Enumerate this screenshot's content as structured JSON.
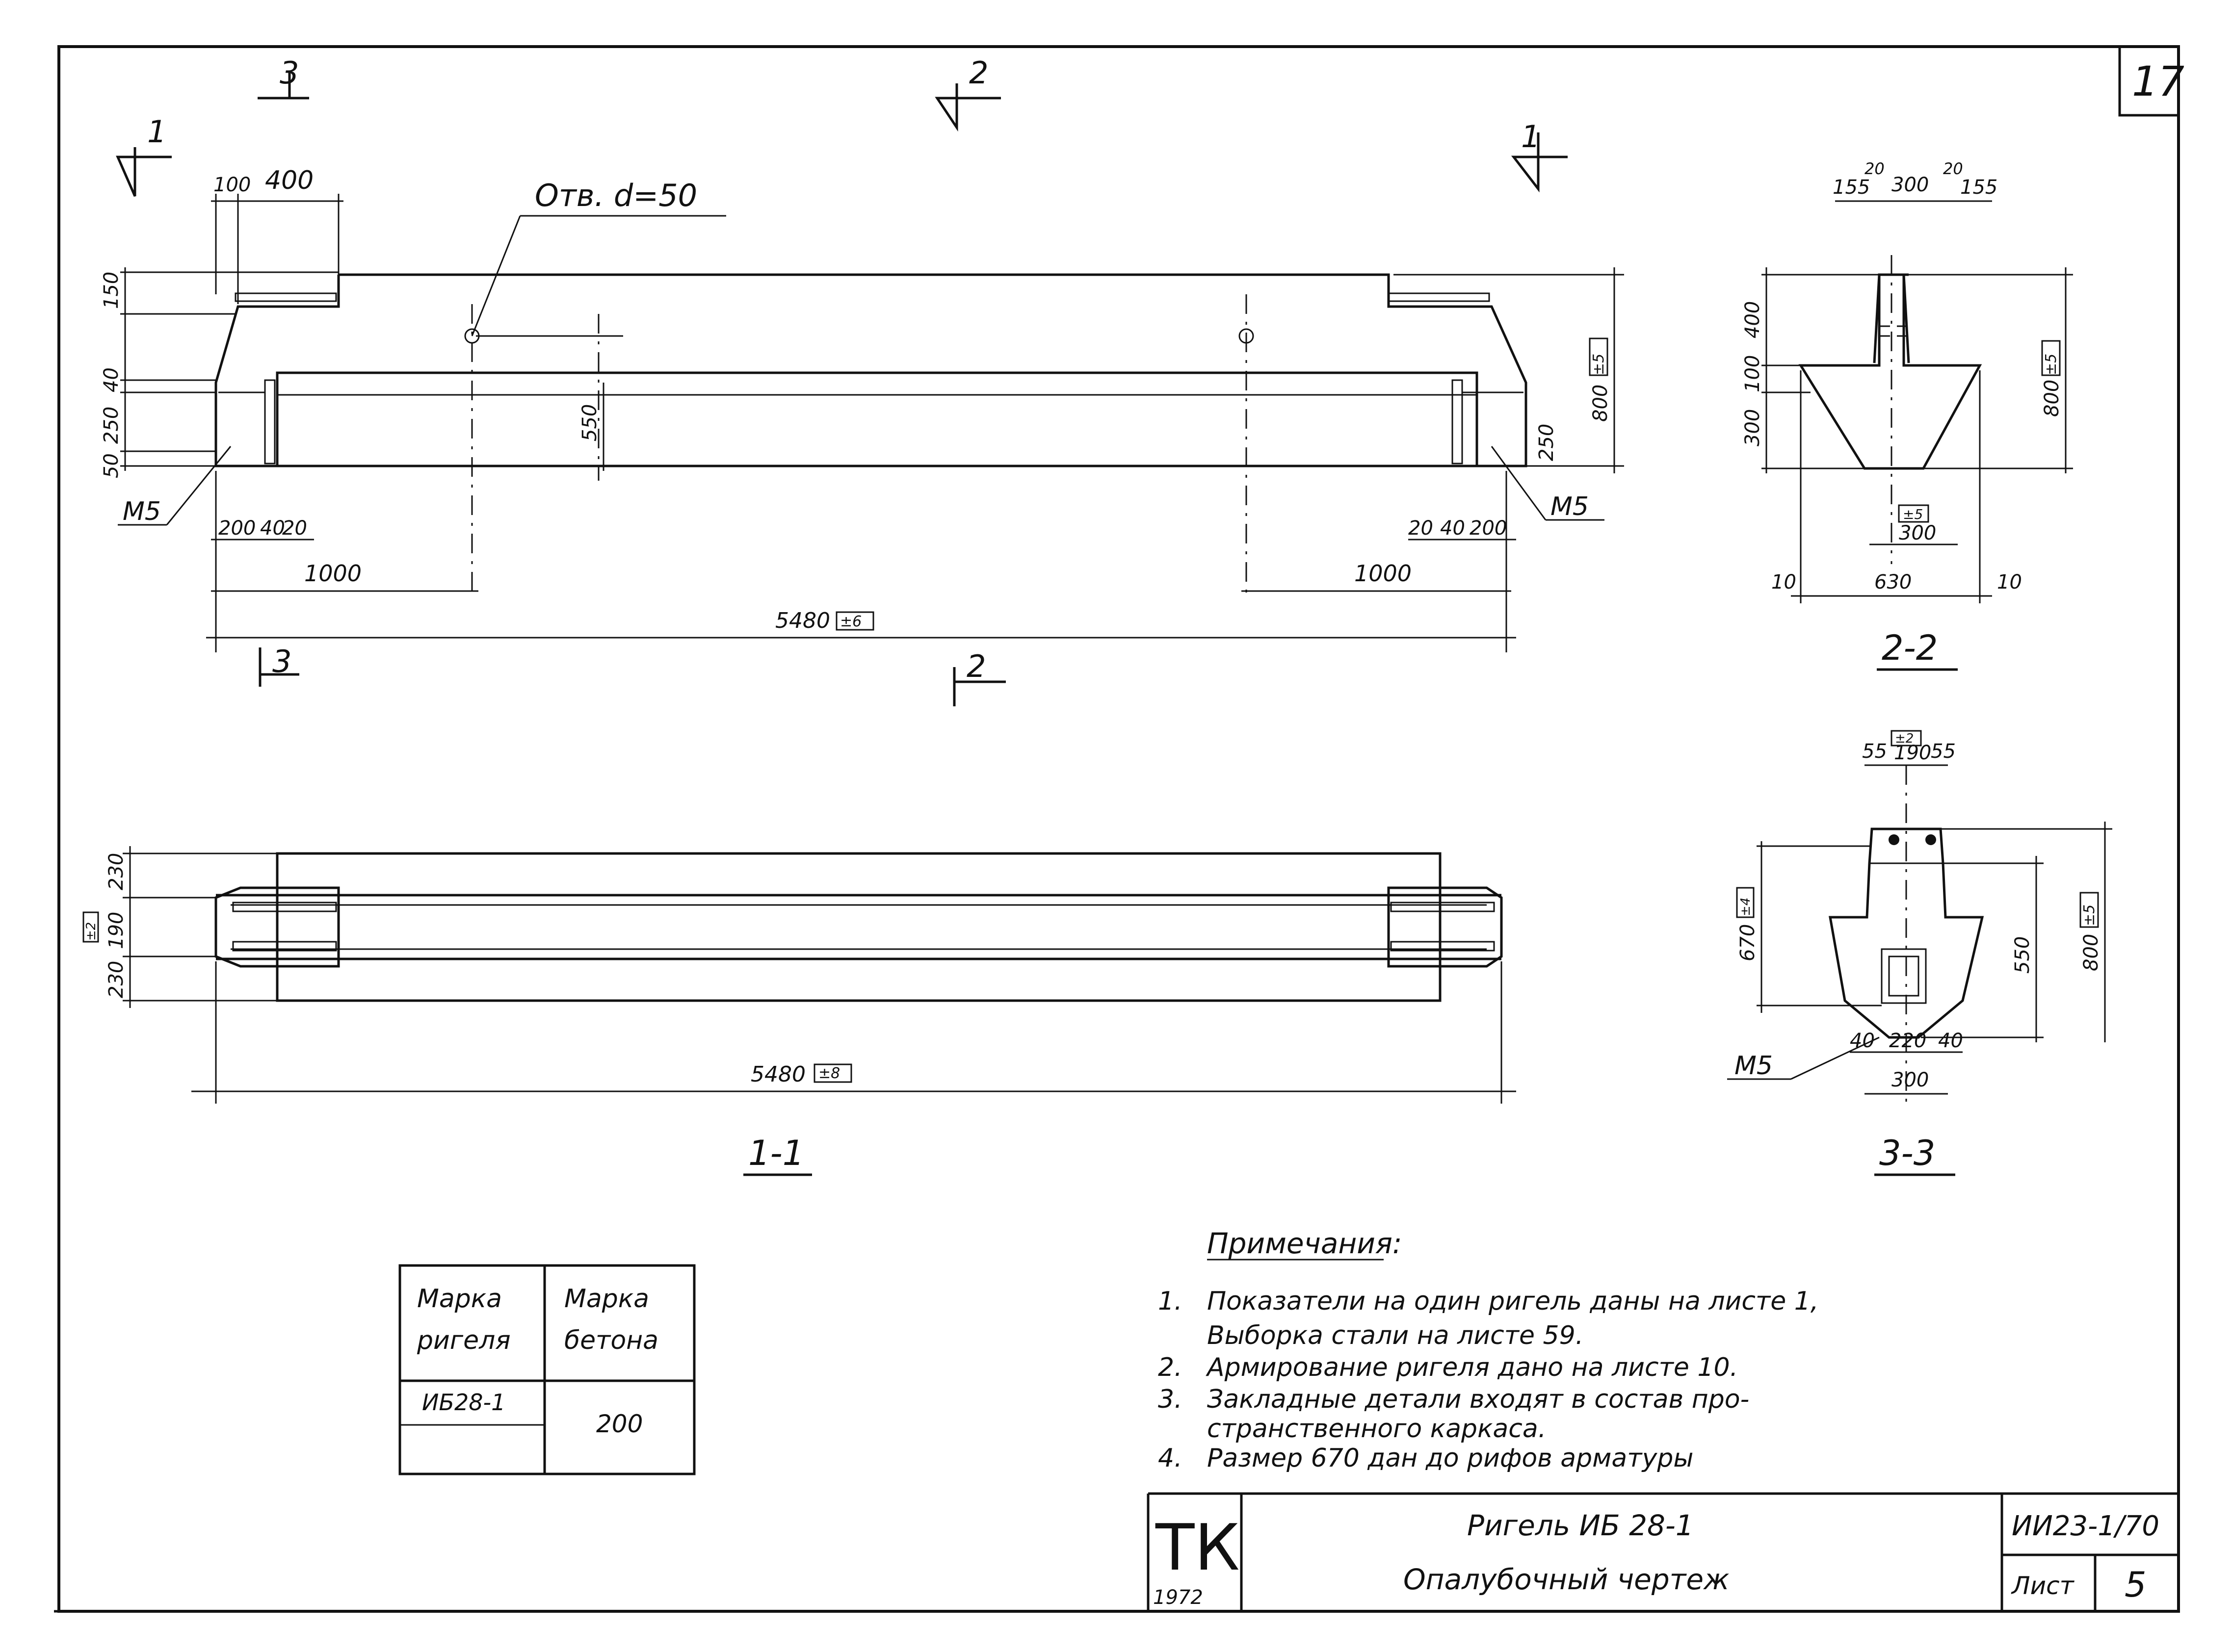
{
  "sheet_number": "17",
  "section_markers": {
    "s1": "1",
    "s2": "2",
    "s3": "3"
  },
  "hole_note": "Отв. d=50",
  "embed_part": "М5",
  "elevation": {
    "dims_top": [
      "100",
      "400"
    ],
    "dims_left": [
      "150",
      "40",
      "250",
      "50"
    ],
    "dims_bottom_left": [
      "200",
      "40",
      "20"
    ],
    "dims_bottom_right": [
      "20",
      "40",
      "200"
    ],
    "dim_550": "550",
    "dim_250": "250",
    "dim_800": "800",
    "tol_800": "±5",
    "dim_1000": "1000",
    "dim_5480": "5480",
    "tol_5480": "±6"
  },
  "section_2_2": {
    "title": "2-2",
    "dims_top": [
      "155",
      "20",
      "300",
      "20",
      "155"
    ],
    "dims_left": [
      "400",
      "100",
      "300"
    ],
    "dim_800": "800",
    "tol_800": "±5",
    "dim_300": "300",
    "tol_300": "±5",
    "dims_bottom": [
      "10",
      "630",
      "10"
    ]
  },
  "section_3_3": {
    "title": "3-3",
    "dims_top": [
      "55",
      "190",
      "55"
    ],
    "tol_190": "±2",
    "dim_670": "670",
    "tol_670": "±4",
    "dim_550": "550",
    "dim_800": "800",
    "tol_800": "±5",
    "dims_bottom": [
      "40",
      "220",
      "40"
    ],
    "dim_300": "300"
  },
  "plan": {
    "title": "1-1",
    "dims_left": [
      "230",
      "190",
      "230"
    ],
    "tol_190": "±2",
    "dim_5480": "5480",
    "tol_5480": "±8"
  },
  "notes": {
    "heading": "Примечания:",
    "items": [
      {
        "num": "1.",
        "line1": "Показатели на один ригель даны на листе 1,",
        "line2": "Выборка стали на листе 59."
      },
      {
        "num": "2.",
        "line1": "Армирование ригеля дано на листе 10.",
        "line2": ""
      },
      {
        "num": "3.",
        "line1": "Закладные детали входят в состав про-",
        "line2": "странственного каркаса."
      },
      {
        "num": "4.",
        "line1": "Размер 670 дан до рифов арматуры",
        "line2": ""
      }
    ]
  },
  "mark_table": {
    "header_col1_l1": "Марка",
    "header_col1_l2": "ригеля",
    "header_col2_l1": "Марка",
    "header_col2_l2": "бетона",
    "row_mark": "ИБ28-1",
    "row_concrete": "200"
  },
  "title_block": {
    "org": "ТК",
    "year": "1972",
    "title_line1": "Ригель ИБ 28-1",
    "title_line2": "Опалубочный чертеж",
    "series": "ИИ23-1/70",
    "sheet_label": "Лист",
    "sheet_value": "5"
  }
}
